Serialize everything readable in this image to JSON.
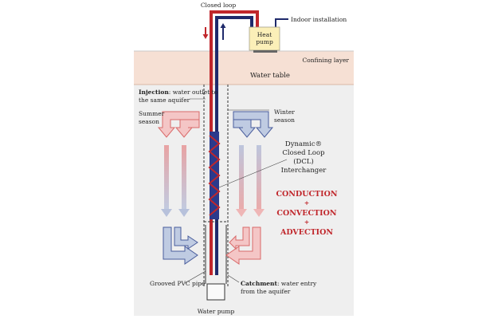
{
  "labels": {
    "closed_loop": "Closed loop",
    "indoor_installation": "Indoor installation",
    "heat_pump_1": "Heat",
    "heat_pump_2": "pump",
    "confining_layer": "Confining layer",
    "water_table": "Water table",
    "injection_bold": "Injection",
    "injection_rest": ": water outlet to",
    "injection_line2": "the same aquifer",
    "summer_1": "Summer",
    "summer_2": "season",
    "winter_1": "Winter",
    "winter_2": "season",
    "dcl_1": "Dynamic®",
    "dcl_2": "Closed Loop",
    "dcl_3": "(DCL)",
    "dcl_4": "Interchanger",
    "grooved_pipe": "Grooved PVC pipe",
    "catchment_bold": "Catchment",
    "catchment_rest": ": water entry",
    "catchment_line2": "from the aquifer",
    "water_pump": "Water pump"
  },
  "processes": {
    "line1": "CONDUCTION",
    "plus1": "+",
    "line2": "CONVECTION",
    "plus2": "+",
    "line3": "ADVECTION"
  },
  "colors": {
    "hot": "#c0262b",
    "cold": "#1f2a6b",
    "summer_arrow_fill": "#f4c6c6",
    "winter_arrow_fill": "#bfcbe2",
    "confining_layer": "#f6e0d4",
    "aquifer": "#efefef",
    "heat_pump": "#fbefb8",
    "process_text": "#c0262b"
  }
}
